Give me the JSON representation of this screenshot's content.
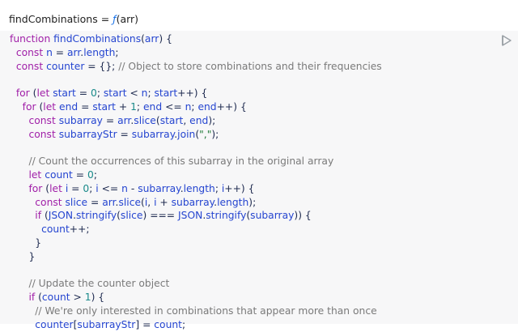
{
  "header": {
    "variable": "findCombinations",
    "equals": " = ",
    "func_symbol": "ƒ",
    "params": "(arr)"
  },
  "code_lines": [
    [
      [
        "k",
        "function"
      ],
      [
        "o",
        " "
      ],
      [
        "fn",
        "findCombinations"
      ],
      [
        "o",
        "("
      ],
      [
        "v",
        "arr"
      ],
      [
        "o",
        ") {"
      ]
    ],
    [
      [
        "o",
        "  "
      ],
      [
        "k",
        "const"
      ],
      [
        "o",
        " "
      ],
      [
        "v",
        "n"
      ],
      [
        "o",
        " = "
      ],
      [
        "v",
        "arr"
      ],
      [
        "o",
        "."
      ],
      [
        "p",
        "length"
      ],
      [
        "o",
        ";"
      ]
    ],
    [
      [
        "o",
        "  "
      ],
      [
        "k",
        "const"
      ],
      [
        "o",
        " "
      ],
      [
        "v",
        "counter"
      ],
      [
        "o",
        " = {}; "
      ],
      [
        "c",
        "// Object to store combinations and their frequencies"
      ]
    ],
    [
      [
        "o",
        ""
      ]
    ],
    [
      [
        "o",
        "  "
      ],
      [
        "k",
        "for"
      ],
      [
        "o",
        " ("
      ],
      [
        "k",
        "let"
      ],
      [
        "o",
        " "
      ],
      [
        "v",
        "start"
      ],
      [
        "o",
        " = "
      ],
      [
        "n",
        "0"
      ],
      [
        "o",
        "; "
      ],
      [
        "v",
        "start"
      ],
      [
        "o",
        " < "
      ],
      [
        "v",
        "n"
      ],
      [
        "o",
        "; "
      ],
      [
        "v",
        "start"
      ],
      [
        "o",
        "++) {"
      ]
    ],
    [
      [
        "o",
        "    "
      ],
      [
        "k",
        "for"
      ],
      [
        "o",
        " ("
      ],
      [
        "k",
        "let"
      ],
      [
        "o",
        " "
      ],
      [
        "v",
        "end"
      ],
      [
        "o",
        " = "
      ],
      [
        "v",
        "start"
      ],
      [
        "o",
        " + "
      ],
      [
        "n",
        "1"
      ],
      [
        "o",
        "; "
      ],
      [
        "v",
        "end"
      ],
      [
        "o",
        " <= "
      ],
      [
        "v",
        "n"
      ],
      [
        "o",
        "; "
      ],
      [
        "v",
        "end"
      ],
      [
        "o",
        "++) {"
      ]
    ],
    [
      [
        "o",
        "      "
      ],
      [
        "k",
        "const"
      ],
      [
        "o",
        " "
      ],
      [
        "v",
        "subarray"
      ],
      [
        "o",
        " = "
      ],
      [
        "v",
        "arr"
      ],
      [
        "o",
        "."
      ],
      [
        "fn",
        "slice"
      ],
      [
        "o",
        "("
      ],
      [
        "v",
        "start"
      ],
      [
        "o",
        ", "
      ],
      [
        "v",
        "end"
      ],
      [
        "o",
        ");"
      ]
    ],
    [
      [
        "o",
        "      "
      ],
      [
        "k",
        "const"
      ],
      [
        "o",
        " "
      ],
      [
        "v",
        "subarrayStr"
      ],
      [
        "o",
        " = "
      ],
      [
        "v",
        "subarray"
      ],
      [
        "o",
        "."
      ],
      [
        "fn",
        "join"
      ],
      [
        "o",
        "("
      ],
      [
        "s",
        "\",\""
      ],
      [
        "o",
        ");"
      ]
    ],
    [
      [
        "o",
        ""
      ]
    ],
    [
      [
        "o",
        "      "
      ],
      [
        "c",
        "// Count the occurrences of this subarray in the original array"
      ]
    ],
    [
      [
        "o",
        "      "
      ],
      [
        "k",
        "let"
      ],
      [
        "o",
        " "
      ],
      [
        "v",
        "count"
      ],
      [
        "o",
        " = "
      ],
      [
        "n",
        "0"
      ],
      [
        "o",
        ";"
      ]
    ],
    [
      [
        "o",
        "      "
      ],
      [
        "k",
        "for"
      ],
      [
        "o",
        " ("
      ],
      [
        "k",
        "let"
      ],
      [
        "o",
        " "
      ],
      [
        "v",
        "i"
      ],
      [
        "o",
        " = "
      ],
      [
        "n",
        "0"
      ],
      [
        "o",
        "; "
      ],
      [
        "v",
        "i"
      ],
      [
        "o",
        " <= "
      ],
      [
        "v",
        "n"
      ],
      [
        "o",
        " - "
      ],
      [
        "v",
        "subarray"
      ],
      [
        "o",
        "."
      ],
      [
        "p",
        "length"
      ],
      [
        "o",
        "; "
      ],
      [
        "v",
        "i"
      ],
      [
        "o",
        "++) {"
      ]
    ],
    [
      [
        "o",
        "        "
      ],
      [
        "k",
        "const"
      ],
      [
        "o",
        " "
      ],
      [
        "v",
        "slice"
      ],
      [
        "o",
        " = "
      ],
      [
        "v",
        "arr"
      ],
      [
        "o",
        "."
      ],
      [
        "fn",
        "slice"
      ],
      [
        "o",
        "("
      ],
      [
        "v",
        "i"
      ],
      [
        "o",
        ", "
      ],
      [
        "v",
        "i"
      ],
      [
        "o",
        " + "
      ],
      [
        "v",
        "subarray"
      ],
      [
        "o",
        "."
      ],
      [
        "p",
        "length"
      ],
      [
        "o",
        ");"
      ]
    ],
    [
      [
        "o",
        "        "
      ],
      [
        "k",
        "if"
      ],
      [
        "o",
        " ("
      ],
      [
        "v",
        "JSON"
      ],
      [
        "o",
        "."
      ],
      [
        "fn",
        "stringify"
      ],
      [
        "o",
        "("
      ],
      [
        "v",
        "slice"
      ],
      [
        "o",
        ") === "
      ],
      [
        "v",
        "JSON"
      ],
      [
        "o",
        "."
      ],
      [
        "fn",
        "stringify"
      ],
      [
        "o",
        "("
      ],
      [
        "v",
        "subarray"
      ],
      [
        "o",
        ")) {"
      ]
    ],
    [
      [
        "o",
        "          "
      ],
      [
        "v",
        "count"
      ],
      [
        "o",
        "++;"
      ]
    ],
    [
      [
        "o",
        "        }"
      ]
    ],
    [
      [
        "o",
        "      }"
      ]
    ],
    [
      [
        "o",
        ""
      ]
    ],
    [
      [
        "o",
        "      "
      ],
      [
        "c",
        "// Update the counter object"
      ]
    ],
    [
      [
        "o",
        "      "
      ],
      [
        "k",
        "if"
      ],
      [
        "o",
        " ("
      ],
      [
        "v",
        "count"
      ],
      [
        "o",
        " > "
      ],
      [
        "n",
        "1"
      ],
      [
        "o",
        ") {"
      ]
    ],
    [
      [
        "o",
        "        "
      ],
      [
        "c",
        "// We're only interested in combinations that appear more than once"
      ]
    ],
    [
      [
        "o",
        "        "
      ],
      [
        "v",
        "counter"
      ],
      [
        "o",
        "["
      ],
      [
        "v",
        "subarrayStr"
      ],
      [
        "o",
        "] = "
      ],
      [
        "v",
        "count"
      ],
      [
        "o",
        ";"
      ]
    ]
  ]
}
